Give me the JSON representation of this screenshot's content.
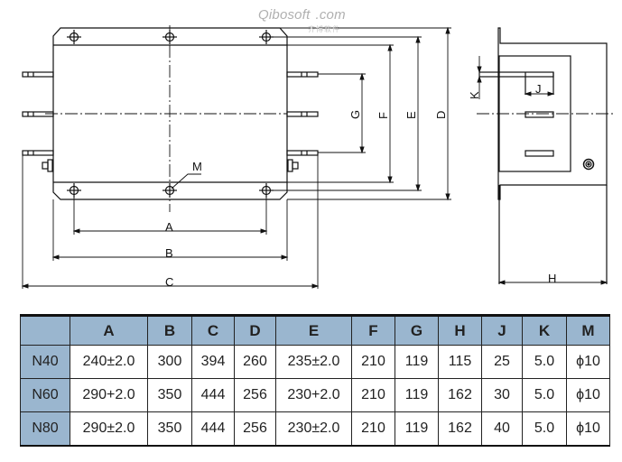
{
  "watermark": {
    "brand": "Qibosoft",
    "domain_suffix": ".com",
    "subtitle": "齐博软件"
  },
  "drawing": {
    "front_view": {
      "dimension_labels": {
        "A": "A",
        "B": "B",
        "C": "C",
        "D": "D",
        "E": "E",
        "F": "F",
        "G": "G",
        "M": "M"
      }
    },
    "side_view": {
      "dimension_labels": {
        "H": "H",
        "J": "J",
        "K": "K"
      }
    }
  },
  "table": {
    "corner": "",
    "columns": [
      "A",
      "B",
      "C",
      "D",
      "E",
      "F",
      "G",
      "H",
      "J",
      "K",
      "M"
    ],
    "rows": [
      {
        "model": "N40",
        "values": [
          "240±2.0",
          "300",
          "394",
          "260",
          "235±2.0",
          "210",
          "119",
          "115",
          "25",
          "5.0",
          "ϕ10"
        ]
      },
      {
        "model": "N60",
        "values": [
          "290+2.0",
          "350",
          "444",
          "256",
          "230+2.0",
          "210",
          "119",
          "162",
          "30",
          "5.0",
          "ϕ10"
        ]
      },
      {
        "model": "N80",
        "values": [
          "290±2.0",
          "350",
          "444",
          "256",
          "230±2.0",
          "210",
          "119",
          "162",
          "40",
          "5.0",
          "ϕ10"
        ]
      }
    ],
    "colors": {
      "header_bg": "#9ab6cf",
      "border": "#222222"
    }
  }
}
